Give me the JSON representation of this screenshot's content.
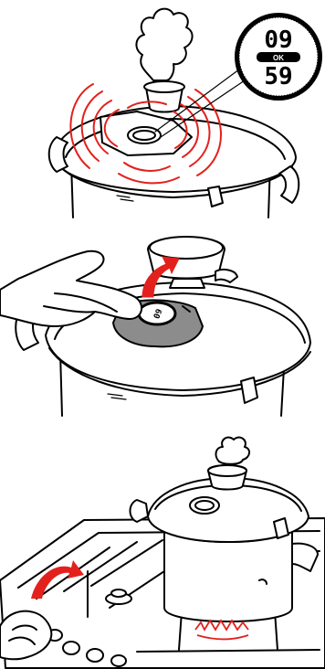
{
  "timer": {
    "top_digits": "09",
    "status": "OK",
    "bottom_digits": "59"
  },
  "handle_display": {
    "digits": "09"
  },
  "colors": {
    "signal": "#e3211c",
    "valve_gray": "#8c8c8c",
    "ink": "#000000"
  }
}
